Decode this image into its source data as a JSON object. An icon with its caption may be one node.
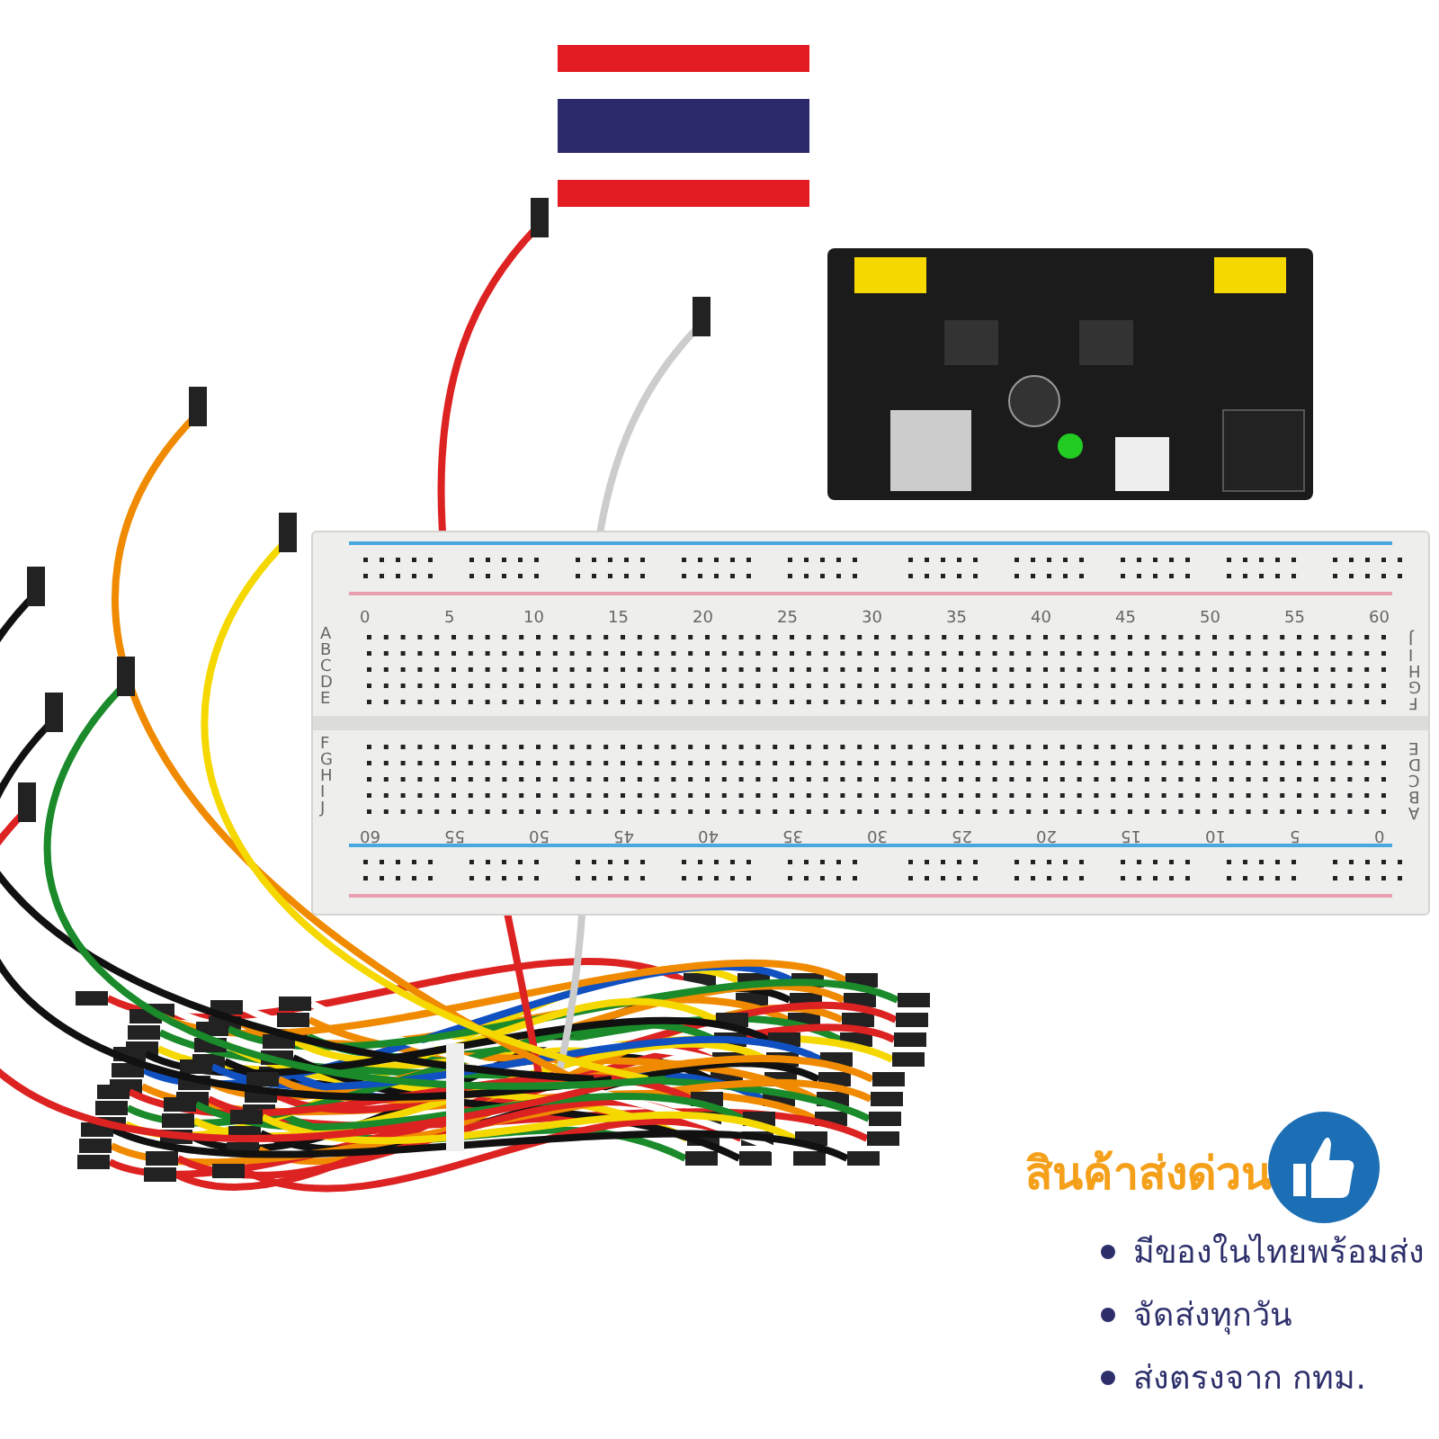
{
  "diagram": {
    "labels": [
      "สินค้าส่งด่วน",
      "มีของในไทยพร้อมส่ง",
      "จัดส่งทุกวัน",
      "ส่งตรงจาก กทม.",
      "0",
      "5",
      "10",
      "15",
      "20",
      "25",
      "30",
      "35",
      "40",
      "45",
      "50",
      "55",
      "60",
      "A",
      "B",
      "C",
      "D",
      "E",
      "J",
      "I",
      "H",
      "G",
      "F",
      "F",
      "G",
      "H",
      "I",
      "J",
      "E",
      "D",
      "C",
      "B",
      "A",
      "60",
      "55",
      "50",
      "45",
      "40",
      "35",
      "30",
      "25",
      "20",
      "15",
      "10",
      "5",
      "0"
    ]
  }
}
